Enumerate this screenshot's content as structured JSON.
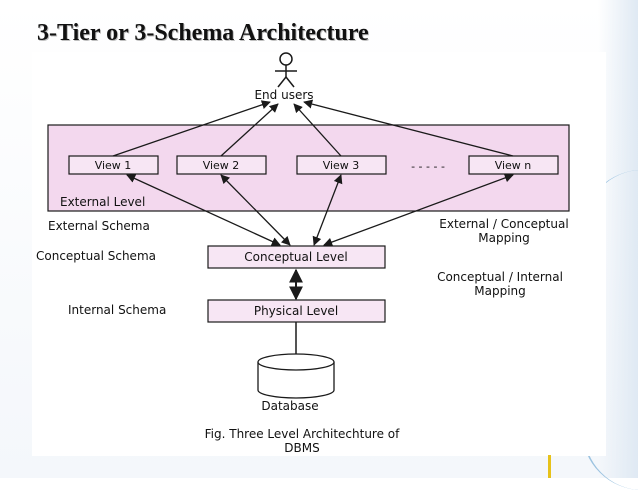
{
  "slide": {
    "title": "3-Tier or 3-Schema Architecture"
  },
  "diagram": {
    "end_users_label": "End users",
    "views": [
      "View 1",
      "View 2",
      "View 3",
      "View n"
    ],
    "ellipsis": "- - - - -",
    "external_level_label": "External Level",
    "external_schema_label": "External Schema",
    "ext_conc_mapping": [
      "External / Conceptual",
      "Mapping"
    ],
    "conceptual_schema_label": "Conceptual Schema",
    "conceptual_level_label": "Conceptual Level",
    "conc_int_mapping": [
      "Conceptual / Internal",
      "Mapping"
    ],
    "internal_schema_label": "Internal Schema",
    "physical_level_label": "Physical Level",
    "database_label": "Database",
    "caption": [
      "Fig. Three Level Architechture of",
      "DBMS"
    ]
  },
  "colors": {
    "external_band_fill": "#f3d8ee",
    "level_box_fill": "#f7e6f4",
    "stroke": "#1a1a1a"
  }
}
